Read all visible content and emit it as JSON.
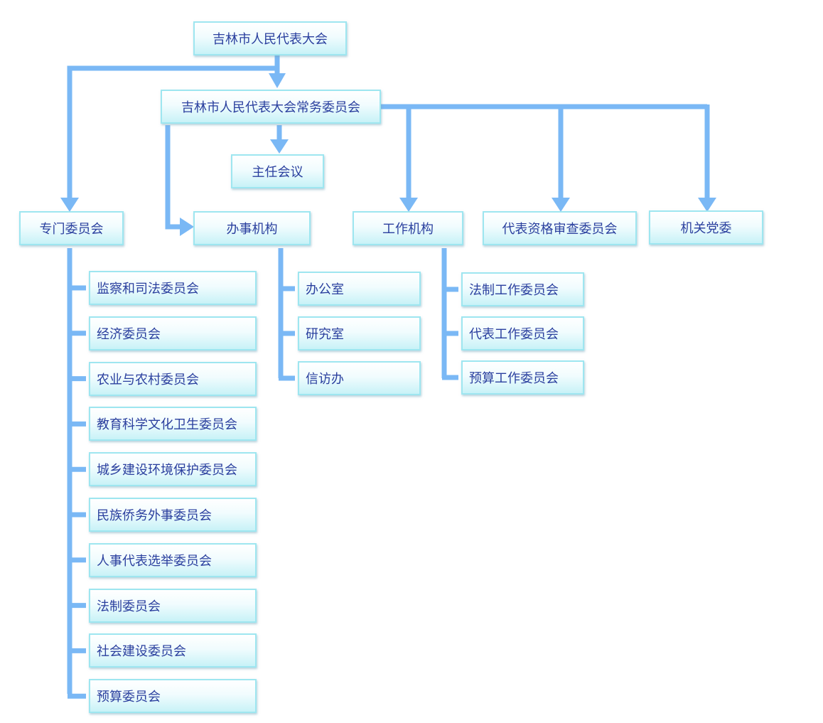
{
  "root": "吉林市人民代表大会",
  "standing_committee": "吉林市人民代表大会常务委员会",
  "directors_meeting": "主任会议",
  "branches": {
    "special_committees": {
      "label": "专门委员会",
      "children": [
        "监察和司法委员会",
        "经济委员会",
        "农业与农村委员会",
        "教育科学文化卫生委员会",
        "城乡建设环境保护委员会",
        "民族侨务外事委员会",
        "人事代表选举委员会",
        "法制委员会",
        "社会建设委员会",
        "预算委员会"
      ]
    },
    "administrative_bodies": {
      "label": "办事机构",
      "children": [
        "办公室",
        "研究室",
        "信访办"
      ]
    },
    "working_bodies": {
      "label": "工作机构",
      "children": [
        "法制工作委员会",
        "代表工作委员会",
        "预算工作委员会"
      ]
    },
    "credentials_committee": {
      "label": "代表资格审查委员会"
    },
    "party_committee": {
      "label": "机关党委"
    }
  },
  "colors": {
    "line": "#7ab8f5",
    "box_border": "#9ee6f0",
    "text": "#2a3f9e"
  }
}
